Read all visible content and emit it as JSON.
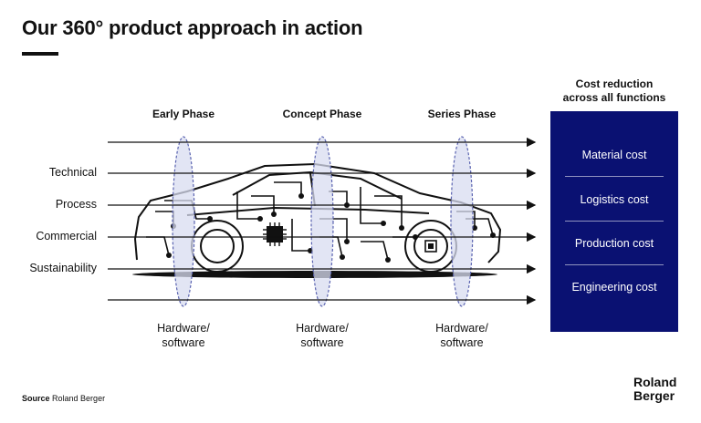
{
  "title": "Our 360° product approach in action",
  "phases": [
    "Early Phase",
    "Concept Phase",
    "Series Phase"
  ],
  "rows": [
    "Technical",
    "Process",
    "Commercial",
    "Sustainability"
  ],
  "phase_footer": {
    "line1": "Hardware/",
    "line2": "software"
  },
  "cost_panel": {
    "heading_line1": "Cost reduction",
    "heading_line2": "across all functions",
    "items": [
      "Material cost",
      "Logistics cost",
      "Production cost",
      "Engineering cost"
    ],
    "bg_color": "#0a1172"
  },
  "source": {
    "label": "Source",
    "text": "Roland Berger"
  },
  "brand": {
    "line1": "Roland",
    "line2": "Berger"
  },
  "colors": {
    "ellipse_fill": "#d8dcf0",
    "ellipse_stroke": "#5a63b0",
    "accent": "#0a1172"
  }
}
